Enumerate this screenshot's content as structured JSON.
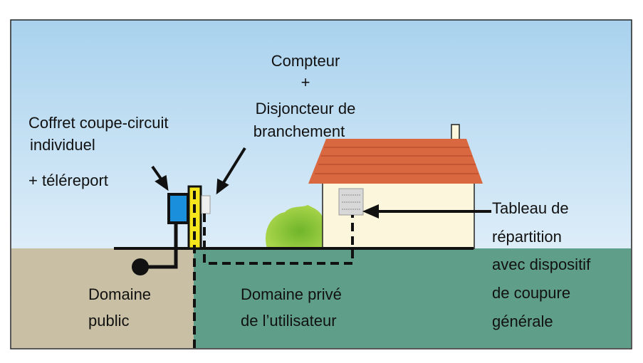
{
  "labels": {
    "compteur": "Compteur",
    "plus": "+",
    "disjoncteur_line1": "Disjoncteur de",
    "disjoncteur_line2": "branchement",
    "coffret_line1": "Coffret coupe-circuit",
    "coffret_line2": "individuel",
    "teleport": "+ téléreport",
    "tableau_line1": "Tableau de",
    "tableau_line2": "répartition",
    "tableau_line3": "avec dispositif",
    "tableau_line4": "de coupure",
    "tableau_line5": "générale",
    "public_line1": "Domaine",
    "public_line2": "public",
    "prive_line1": "Domaine privé",
    "prive_line2": "de l’utilisateur"
  },
  "colors": {
    "sky_top": "#a9d2ee",
    "sky_bottom": "#f4f9fd",
    "public_ground": "#c8bfa4",
    "private_ground": "#5f9e88",
    "roof": "#d9673f",
    "wall": "#fcf7dc",
    "coffret": "#1a8fdc",
    "post": "#f5e51c",
    "bush": "#8cc43a"
  }
}
